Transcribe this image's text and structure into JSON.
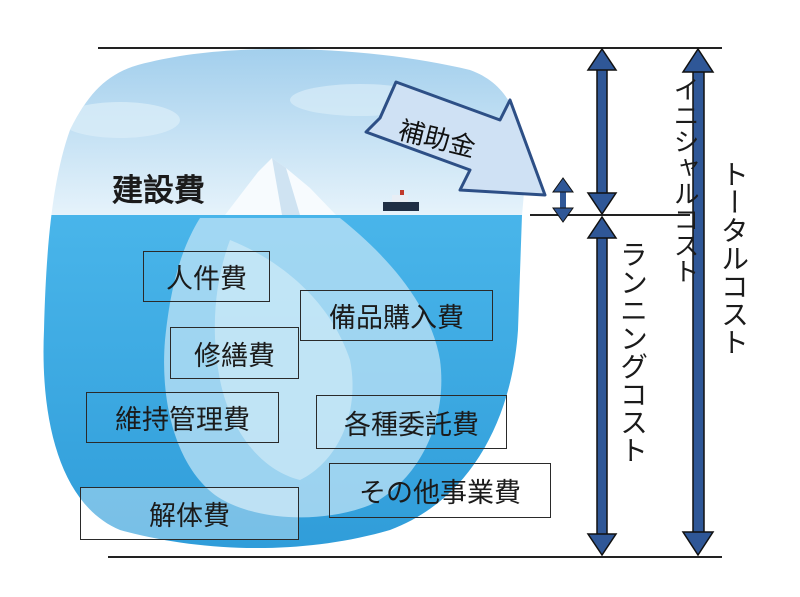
{
  "labels": {
    "construction": "建設費",
    "subsidy": "補助金",
    "initial_cost": "イニシャルコスト",
    "running_cost": "ランニングコスト",
    "total_cost": "トータルコスト"
  },
  "cost_items": [
    "人件費",
    "備品購入費",
    "修繕費",
    "維持管理費",
    "各種委託費",
    "その他事業費",
    "解体費"
  ],
  "colors": {
    "sky": "#bfe0f5",
    "water": "#3aa8e3",
    "iceberg": "#f4f9fd",
    "arrow_fill": "#2f5797",
    "subsidy_arrow": "#c9ddf2"
  }
}
